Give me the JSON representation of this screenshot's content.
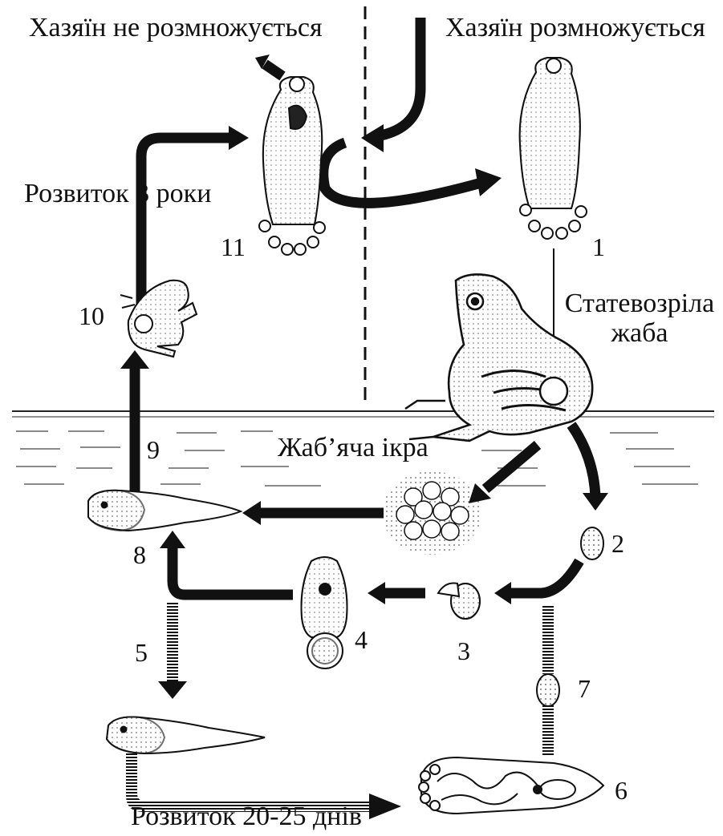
{
  "labels": {
    "host_not_reproducing": "Хазяїн не розмножується",
    "host_reproducing": "Хазяїн розмножується",
    "development_3_years": "Розвиток 3 роки",
    "mature_frog": "Статевозріла жаба",
    "frog_spawn": "Жаб’яча ікра",
    "development_20_25_days": "Розвиток 20-25 днів"
  },
  "stage_numbers": {
    "s1": "1",
    "s2": "2",
    "s3": "3",
    "s4": "4",
    "s5": "5",
    "s6": "6",
    "s7": "7",
    "s8": "8",
    "s9": "9",
    "s10": "10",
    "s11": "11"
  },
  "colors": {
    "ink": "#111111",
    "paper": "#ffffff",
    "water_line": "#222222"
  }
}
